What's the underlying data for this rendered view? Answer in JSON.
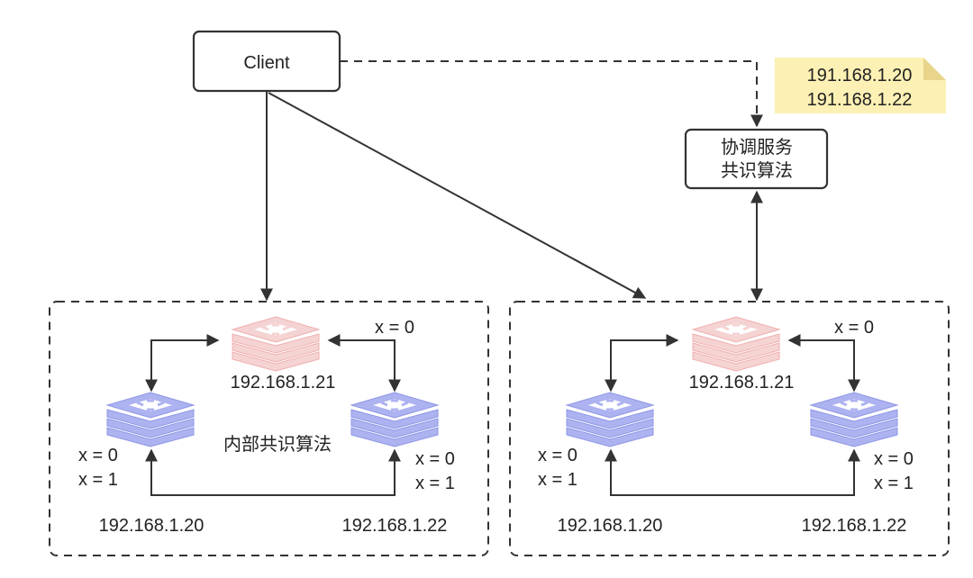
{
  "client": {
    "label": "Client"
  },
  "note": {
    "lines": [
      "191.168.1.20",
      "191.168.1.22"
    ],
    "color": "#FCF0B4",
    "fold_color": "#E8D48A"
  },
  "coordinator": {
    "lines": [
      "协调服务",
      "共识算法"
    ]
  },
  "clusters": [
    {
      "inner_label": "内部共识算法",
      "leader": {
        "ip": "192.168.1.21",
        "icon": "redis-stack-icon-red"
      },
      "left_node": {
        "ip": "192.168.1.20",
        "values": [
          "x = 0",
          "x = 1"
        ],
        "icon": "redis-stack-icon-blue"
      },
      "right_node": {
        "ip": "192.168.1.22",
        "values": [
          "x = 0",
          "x = 1"
        ],
        "icon": "redis-stack-icon-blue"
      },
      "sync_label": "x = 0"
    },
    {
      "inner_label": "",
      "leader": {
        "ip": "192.168.1.21",
        "icon": "redis-stack-icon-red"
      },
      "left_node": {
        "ip": "192.168.1.20",
        "values": [
          "x = 0",
          "x = 1"
        ],
        "icon": "redis-stack-icon-blue"
      },
      "right_node": {
        "ip": "192.168.1.22",
        "values": [
          "x = 0",
          "x = 1"
        ],
        "icon": "redis-stack-icon-blue"
      },
      "sync_label": "x = 0"
    }
  ],
  "colors": {
    "leader_stack": "#F5D3D3",
    "leader_stroke": "#F0AFAF",
    "replica_stack": "#ADB3F0",
    "replica_stroke": "#8E96E6",
    "line": "#333333"
  }
}
